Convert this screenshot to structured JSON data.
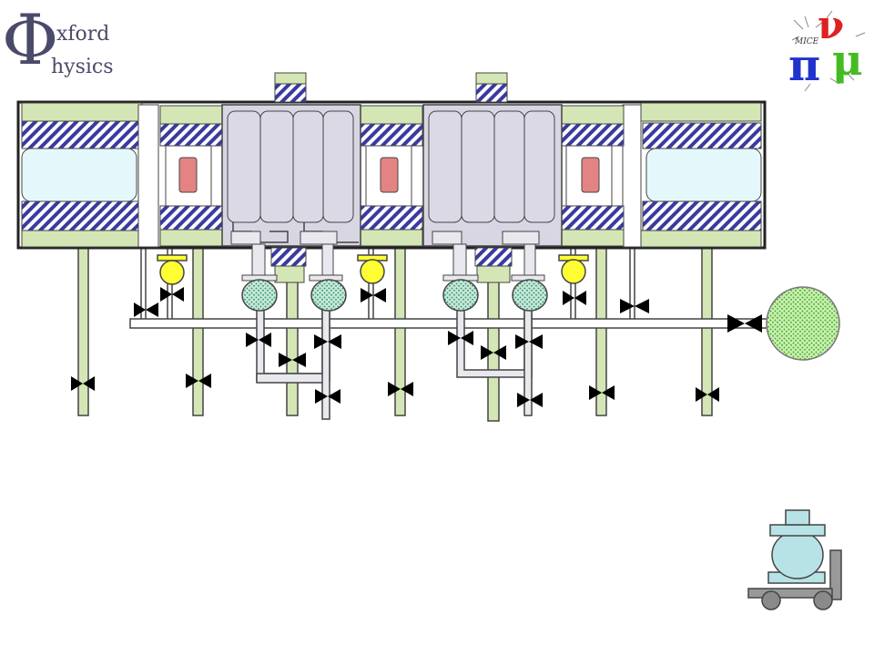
{
  "logo_left": {
    "phi_glyph": "Φ",
    "line1": "xford",
    "line2": "hysics"
  },
  "logo_right": {
    "small_text": "MICE",
    "pi_glyph": "π",
    "nu_glyph": "ν",
    "mu_glyph": "μ"
  },
  "colors": {
    "pipe": "#d4e6b5",
    "window": "#e4f8fc",
    "coil": "#e38383",
    "chamber": "#d9d6e4",
    "valve_ball": "#ffff33",
    "hatch": "#3a3aa0",
    "tank_sphere": "#aee3ff",
    "dewar": "#b7e3e6"
  }
}
